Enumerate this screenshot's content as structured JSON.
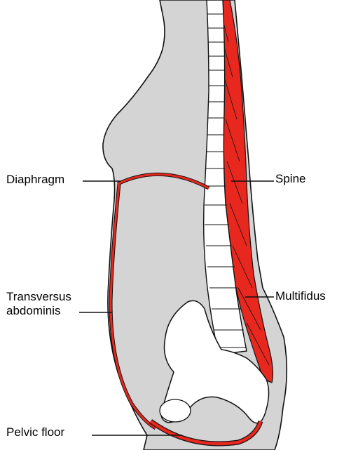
{
  "labels": {
    "diaphragm": "Diaphragm",
    "spine": "Spine",
    "multifidus": "Multifidus",
    "transversus_line1": "Transversus",
    "transversus_line2": "abdominis",
    "pelvic_floor": "Pelvic floor"
  },
  "colors": {
    "body": "#d4d4d4",
    "muscle": "#e8281e",
    "bone": "#ffffff",
    "outline": "#111111"
  }
}
